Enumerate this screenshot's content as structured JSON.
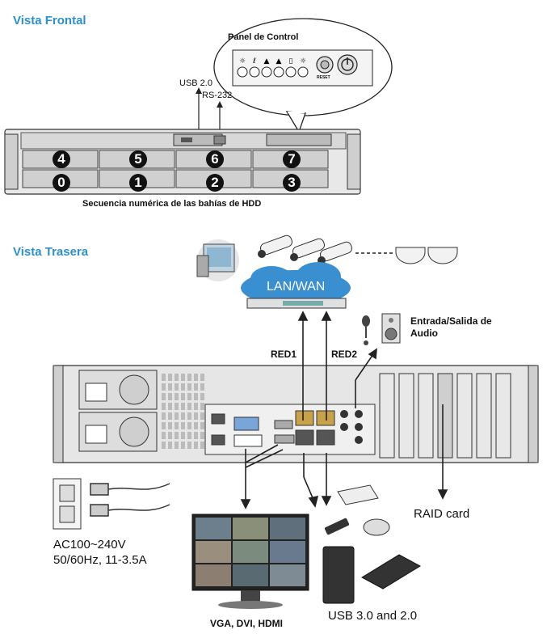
{
  "front": {
    "title": "Vista Frontal",
    "control_panel_title": "Panel de Control",
    "reset_label": "RESET",
    "usb_label": "USB 2.0",
    "rs232_label": "RS-232",
    "bay_numbers_top": [
      "4",
      "5",
      "6",
      "7"
    ],
    "bay_numbers_bottom": [
      "0",
      "1",
      "2",
      "3"
    ],
    "caption": "Secuencia numérica de las bahías de HDD"
  },
  "rear": {
    "title": "Vista Trasera",
    "network_label": "LAN/WAN",
    "red1_label": "RED1",
    "red2_label": "RED2",
    "audio_label_line1": "Entrada/Salida de",
    "audio_label_line2": "Audio",
    "raid_label": "RAID card",
    "power_label_line1": "AC100~240V",
    "power_label_line2": "50/60Hz, 11-3.5A",
    "usb_label": "USB 3.0 and 2.0",
    "video_label": "VGA, DVI, HDMI"
  },
  "colors": {
    "title_blue": "#2e8fc9",
    "cloud_blue": "#3a8fd0",
    "chassis_gray": "#d9d9d9",
    "dark": "#222222"
  }
}
